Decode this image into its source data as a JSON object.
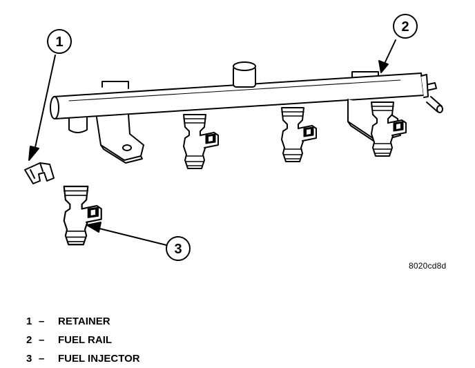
{
  "callouts": [
    {
      "number": "1"
    },
    {
      "number": "2"
    },
    {
      "number": "3"
    }
  ],
  "figure_id": "8020cd8d",
  "legend": [
    {
      "number": "1",
      "separator": "–",
      "label": "RETAINER"
    },
    {
      "number": "2",
      "separator": "–",
      "label": "FUEL RAIL"
    },
    {
      "number": "3",
      "separator": "–",
      "label": "FUEL INJECTOR"
    }
  ]
}
